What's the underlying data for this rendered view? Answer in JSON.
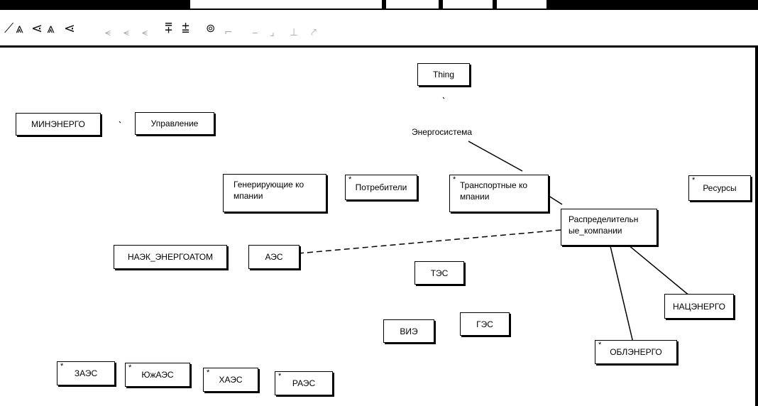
{
  "toolbar": {
    "tools": [
      {
        "icon": "class-tree-icon"
      },
      {
        "icon": "expand-subclasses-icon"
      },
      {
        "icon": "hide-subclasses-icon"
      },
      {
        "icon": "expand-superclasses-icon"
      },
      {
        "icon": "hide-superclasses-icon"
      },
      {
        "icon": "show-relations-icon"
      },
      {
        "icon": "hide-relations-icon"
      },
      {
        "icon": "collapse-icon"
      },
      {
        "icon": "zoom-in-icon"
      },
      {
        "icon": "zoom-out-icon"
      },
      {
        "icon": "camera-icon"
      },
      {
        "icon": "save-icon"
      },
      {
        "icon": "layout-icon"
      },
      {
        "icon": "export-icon"
      },
      {
        "icon": "config-icon"
      },
      {
        "icon": "edit-icon"
      }
    ]
  },
  "graph": {
    "root": "Thing",
    "energy_system": "Энергосистема",
    "nodes": {
      "minenergo": "МИНЭНЕРГО",
      "upravlenie": "Управление",
      "generating_line1": "Генерирующие ко",
      "generating_line2": "мпании",
      "consumers": "Потребители",
      "transport_line1": "Транспортные ко",
      "transport_line2": "мпании",
      "resources": "Ресурсы",
      "distribution_line1": "Распределительн",
      "distribution_line2": "ые_компании",
      "nazk": "НАЭК_ЭНЕРГОАТОМ",
      "aes": "АЭС",
      "tes": "ТЭС",
      "vie": "ВИЭ",
      "ges": "ГЭС",
      "natsenergo": "НАЦЭНЕРГО",
      "oblenergo": "ОБЛЭНЕРГО",
      "zaes": "ЗАЭС",
      "yuzhaes": "ЮжАЭС",
      "khaes": "ХАЭС",
      "raes": "РАЭС"
    },
    "marker": "*"
  }
}
